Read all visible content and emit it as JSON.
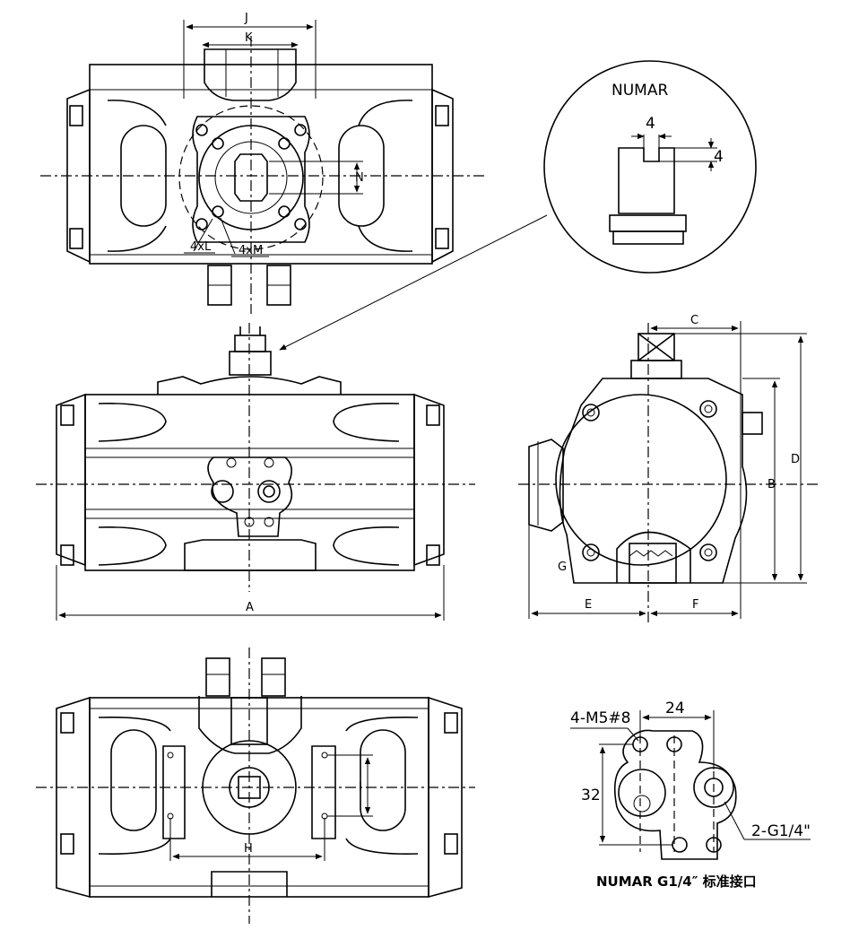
{
  "dimensions": {
    "J": "J",
    "K": "K",
    "N": "N",
    "L": "4xL",
    "M": "4xM",
    "A": "A",
    "B": "B",
    "C": "C",
    "D": "D",
    "E": "E",
    "F": "F",
    "G": "G",
    "H": "H",
    "I": "I"
  },
  "detail": {
    "title": "NUMAR",
    "slot_width": "4",
    "slot_depth": "4"
  },
  "namur_port": {
    "screw": "4-M5#8",
    "spacing_x": "24",
    "spacing_y": "32",
    "port": "2-G1/4\"",
    "caption": "NUMAR G1/4″ 标准接口"
  }
}
